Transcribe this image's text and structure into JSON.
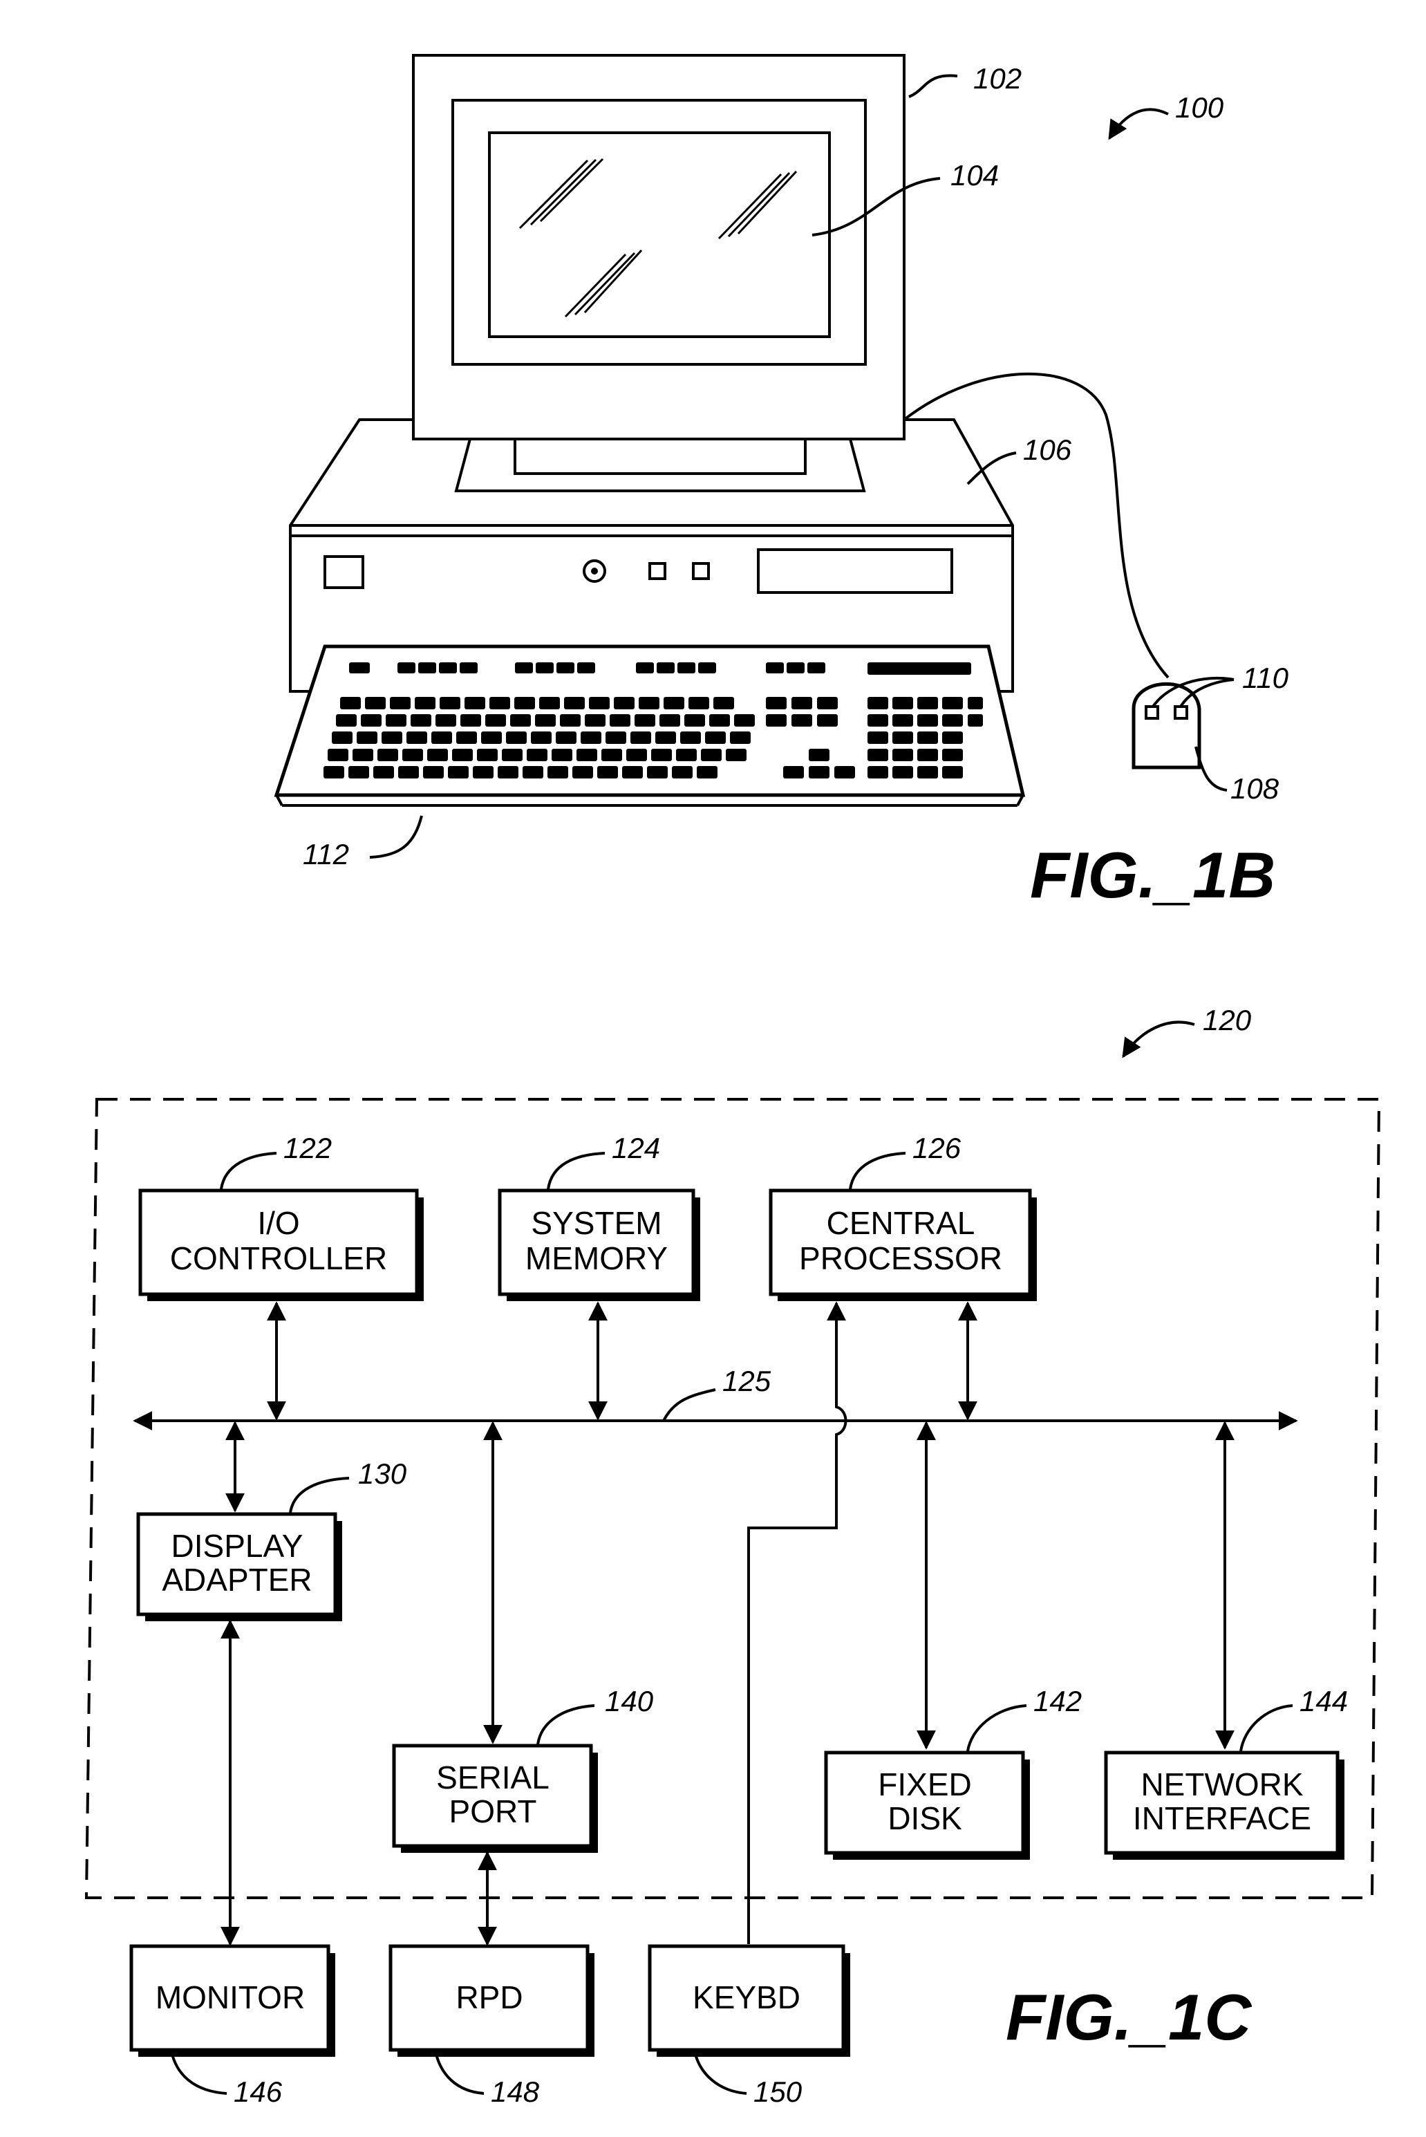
{
  "fig1b": {
    "figure_label": "FIG._1B",
    "refs": {
      "system": "100",
      "monitor": "102",
      "screen": "104",
      "cabinet": "106",
      "mouse": "108",
      "mouse_buttons": "110",
      "keyboard": "112"
    }
  },
  "fig1c": {
    "figure_label": "FIG._1C",
    "system_ref": "120",
    "bus_ref": "125",
    "blocks": {
      "io_controller": {
        "line1": "I/O",
        "line2": "CONTROLLER",
        "ref": "122"
      },
      "system_memory": {
        "line1": "SYSTEM",
        "line2": "MEMORY",
        "ref": "124"
      },
      "central_processor": {
        "line1": "CENTRAL",
        "line2": "PROCESSOR",
        "ref": "126"
      },
      "display_adapter": {
        "line1": "DISPLAY",
        "line2": "ADAPTER",
        "ref": "130"
      },
      "serial_port": {
        "line1": "SERIAL",
        "line2": "PORT",
        "ref": "140"
      },
      "fixed_disk": {
        "line1": "FIXED",
        "line2": "DISK",
        "ref": "142"
      },
      "network_interface": {
        "line1": "NETWORK",
        "line2": "INTERFACE",
        "ref": "144"
      },
      "monitor": {
        "label": "MONITOR",
        "ref": "146"
      },
      "rpd": {
        "label": "RPD",
        "ref": "148"
      },
      "keybd": {
        "label": "KEYBD",
        "ref": "150"
      }
    }
  }
}
